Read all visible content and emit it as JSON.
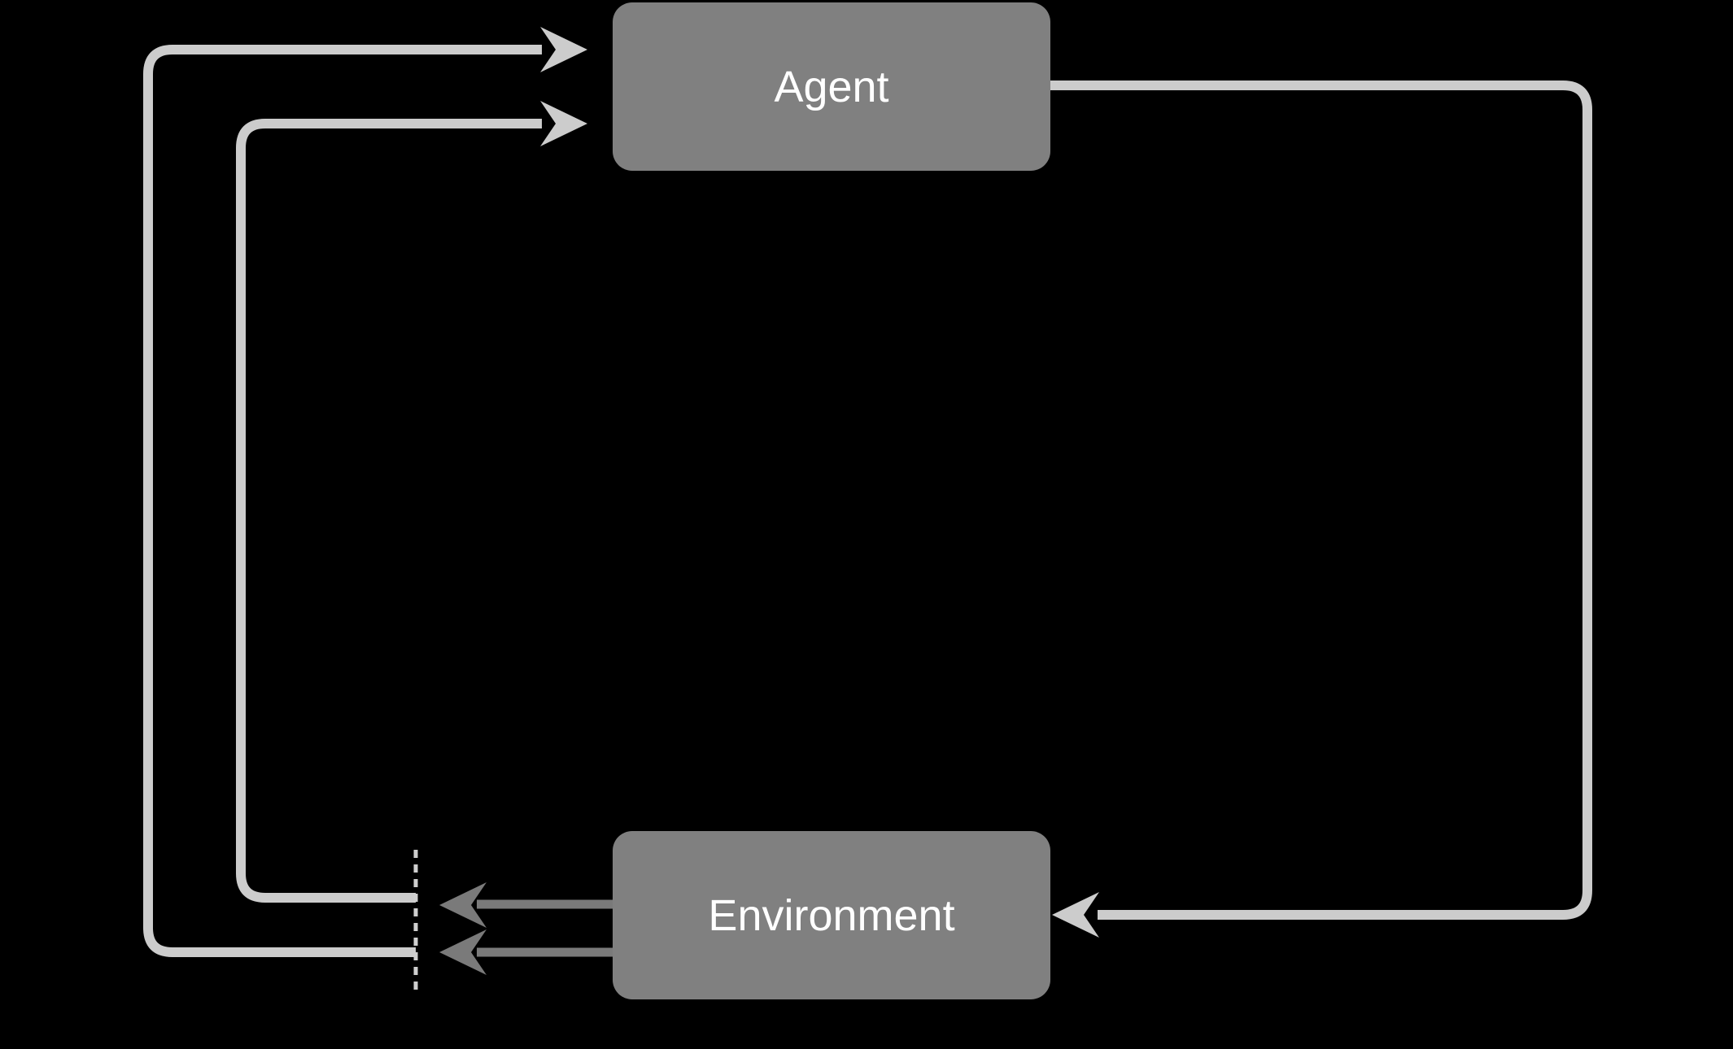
{
  "diagram": {
    "title": "agent-environment interaction loop",
    "nodes": {
      "agent": {
        "label": "Agent"
      },
      "environment": {
        "label": "Environment"
      }
    },
    "edges": [
      {
        "name": "agent-to-environment-arrow",
        "from": "Agent",
        "to": "Environment",
        "side": "right"
      },
      {
        "name": "environment-output-arrow-top",
        "from": "Environment",
        "to": "timestep-boundary",
        "side": "left"
      },
      {
        "name": "environment-output-arrow-bottom",
        "from": "Environment",
        "to": "timestep-boundary",
        "side": "left"
      },
      {
        "name": "inner-loop-arrow",
        "from": "timestep-boundary",
        "to": "Agent",
        "side": "left"
      },
      {
        "name": "outer-loop-arrow",
        "from": "timestep-boundary",
        "to": "Agent",
        "side": "left"
      }
    ],
    "boundary": {
      "name": "timestep-dashed-line",
      "style": "dashed"
    }
  },
  "colors": {
    "background": "#000000",
    "node_fill": "#808080",
    "node_text": "#ffffff",
    "loop_line": "#cccccc",
    "env_output_arrow": "#7a7a7a",
    "dashed_boundary": "#cfcfcf"
  }
}
